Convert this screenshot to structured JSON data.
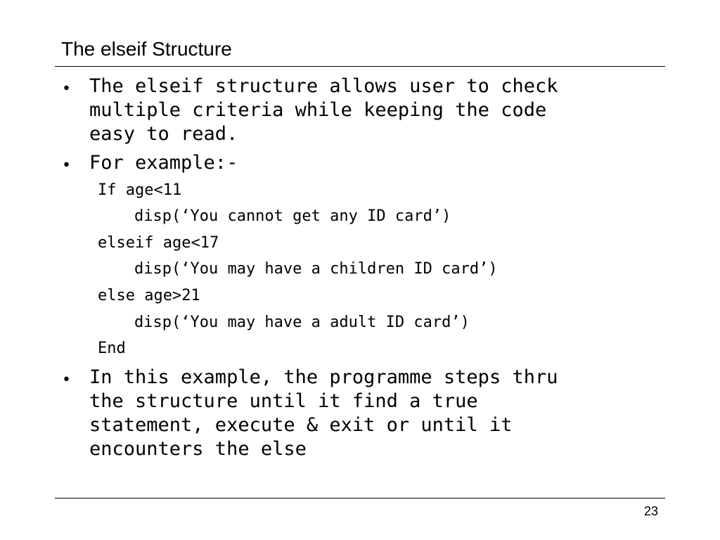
{
  "slide": {
    "title": "The elseif Structure",
    "bullets": [
      {
        "marker": "•",
        "lines": [
          "The elseif structure allows user to check",
          "multiple criteria while keeping the code",
          "easy to read."
        ]
      },
      {
        "marker": "•",
        "lines": [
          "For example:-"
        ]
      },
      {
        "marker": "•",
        "lines": [
          "In this example, the programme steps thru",
          "the structure until it find a true",
          "statement, execute & exit or until it",
          "encounters the else"
        ]
      }
    ],
    "code_lines": [
      "If age<11",
      "disp(‘You cannot get any ID card’)",
      "elseif age<17",
      "disp(‘You may have a children ID card’)",
      "else age>21",
      "disp(‘You may have a adult ID card’)",
      "End"
    ],
    "page_number": "23"
  }
}
